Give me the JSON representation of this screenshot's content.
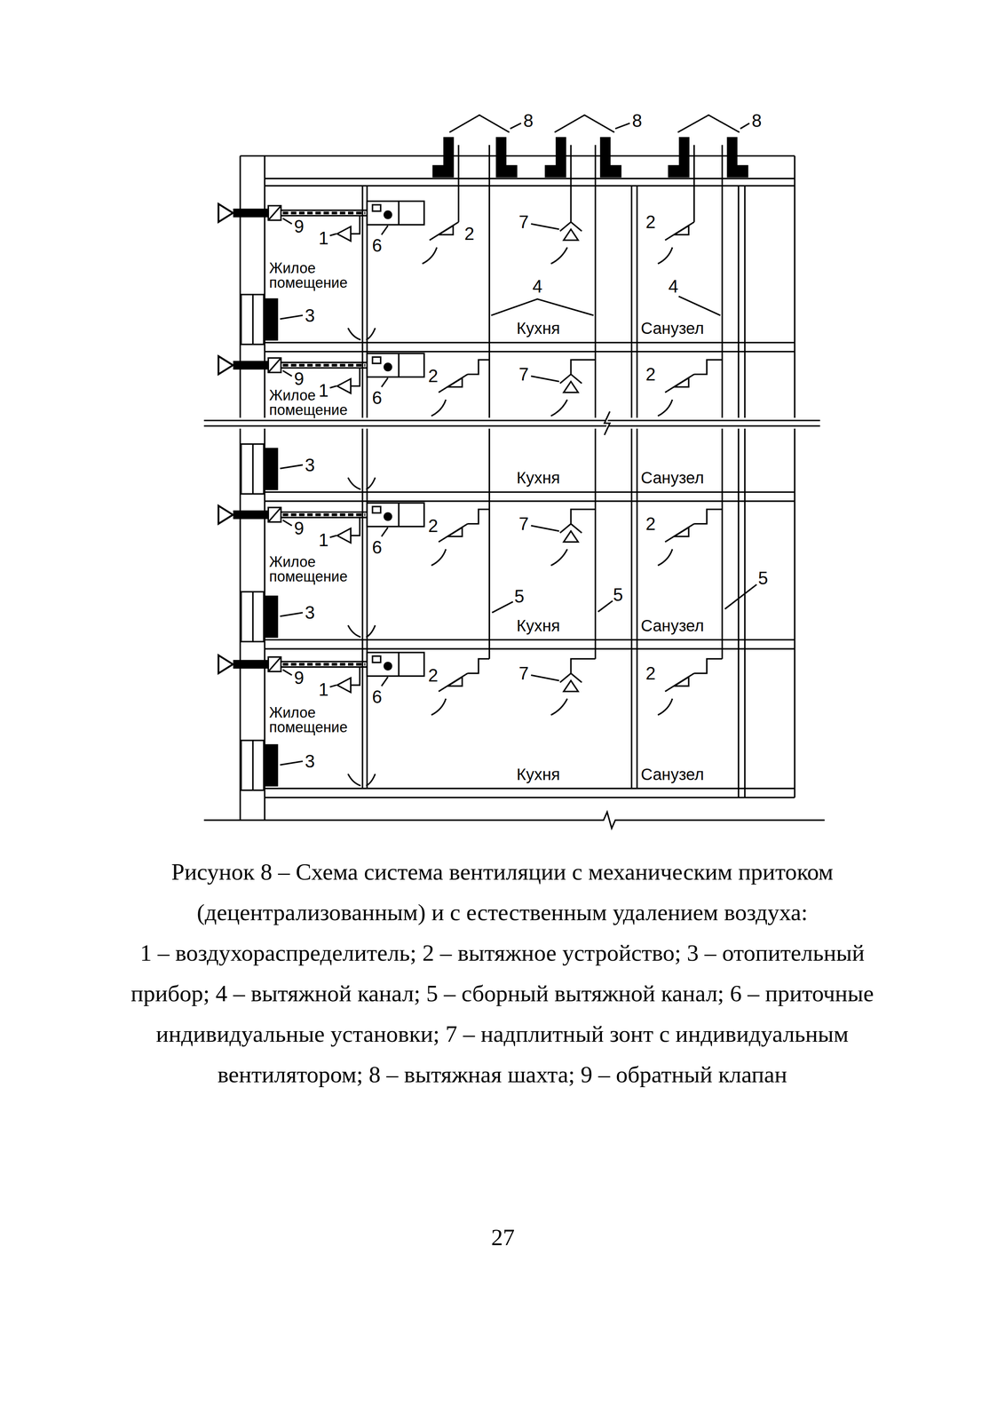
{
  "diagram": {
    "caption": "Рисунок 8 – Схема система вентиляции с механическим притоком (децентрализованным) и с естественным удалением воздуха:",
    "labels": [
      "8",
      "8",
      "8",
      "9",
      "1",
      "6",
      "2",
      "7",
      "2",
      "Жилое помещение",
      "3",
      "4",
      "4",
      "Кухня",
      "Санузел",
      "9",
      "1",
      "6",
      "2",
      "7",
      "2",
      "Жилое помещение",
      "3",
      "Кухня",
      "Санузел",
      "9",
      "1",
      "6",
      "2",
      "7",
      "2",
      "Жилое помещение",
      "5",
      "5",
      "5",
      "3",
      "Кухня",
      "Санузел",
      "9",
      "1",
      "6",
      "2",
      "7",
      "2",
      "Жилое помещение",
      "3",
      "Кухня",
      "Санузел",
      "1 – воздухораспределитель; 2 – вытяжное устройство; 3 – отопительный прибор; 4 – вытяжной канал; 5 – сборный вытяжной канал; 6 – приточные индивидуальные установки; 7 – надплитный зонт с индивидуальным вентилятором; 8 – вытяжная шахта; 9 – обратный клапан",
      "27"
    ]
  }
}
